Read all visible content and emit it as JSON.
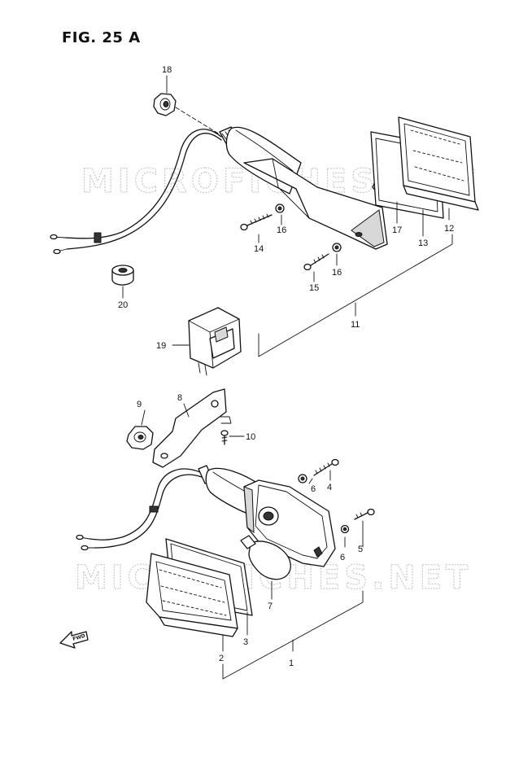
{
  "figure": {
    "title": "FIG. 25 A"
  },
  "watermarks": [
    "MICROFICHES.NET",
    "MICROFICHES.NET"
  ],
  "fwd_label": "FWD",
  "callouts": {
    "c1": "1",
    "c2": "2",
    "c3": "3",
    "c4": "4",
    "c5": "5",
    "c6a": "6",
    "c6b": "6",
    "c7": "7",
    "c8": "8",
    "c9": "9",
    "c10": "10",
    "c11": "11",
    "c12": "12",
    "c13": "13",
    "c14": "14",
    "c15": "15",
    "c16a": "16",
    "c16b": "16",
    "c17": "17",
    "c18": "18",
    "c19": "19",
    "c20": "20"
  },
  "colors": {
    "line": "#111111",
    "watermark": "#c9c9c9",
    "background": "#ffffff"
  }
}
